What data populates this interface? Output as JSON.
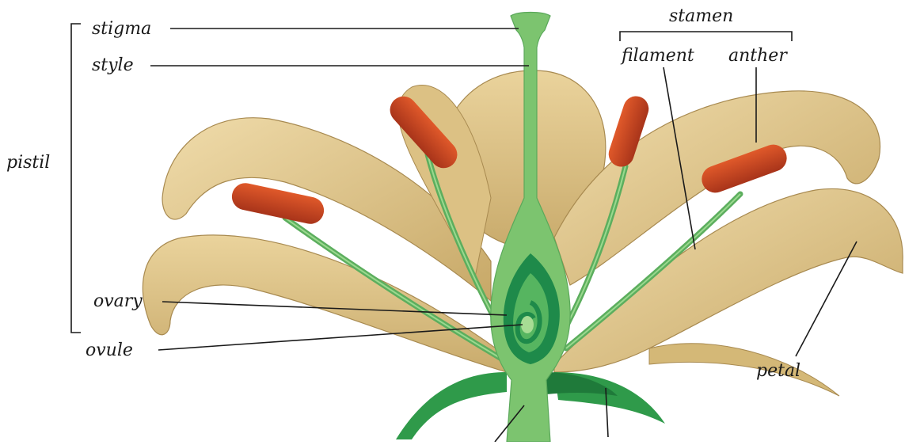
{
  "diagram": {
    "labels": {
      "stigma": "stigma",
      "style": "style",
      "pistil": "pistil",
      "ovary": "ovary",
      "ovule": "ovule",
      "stamen": "stamen",
      "filament": "filament",
      "anther": "anther",
      "petal": "petal"
    },
    "colors": {
      "petal": "#e2c88a",
      "petal_shadow": "#b89a5a",
      "pistil_green": "#7cc46f",
      "pistil_dark": "#1e8a4a",
      "filament_green": "#6fbf6a",
      "anther_red": "#c8441e",
      "sepal_green": "#2f9a4a",
      "line": "#1a1a1a"
    }
  }
}
